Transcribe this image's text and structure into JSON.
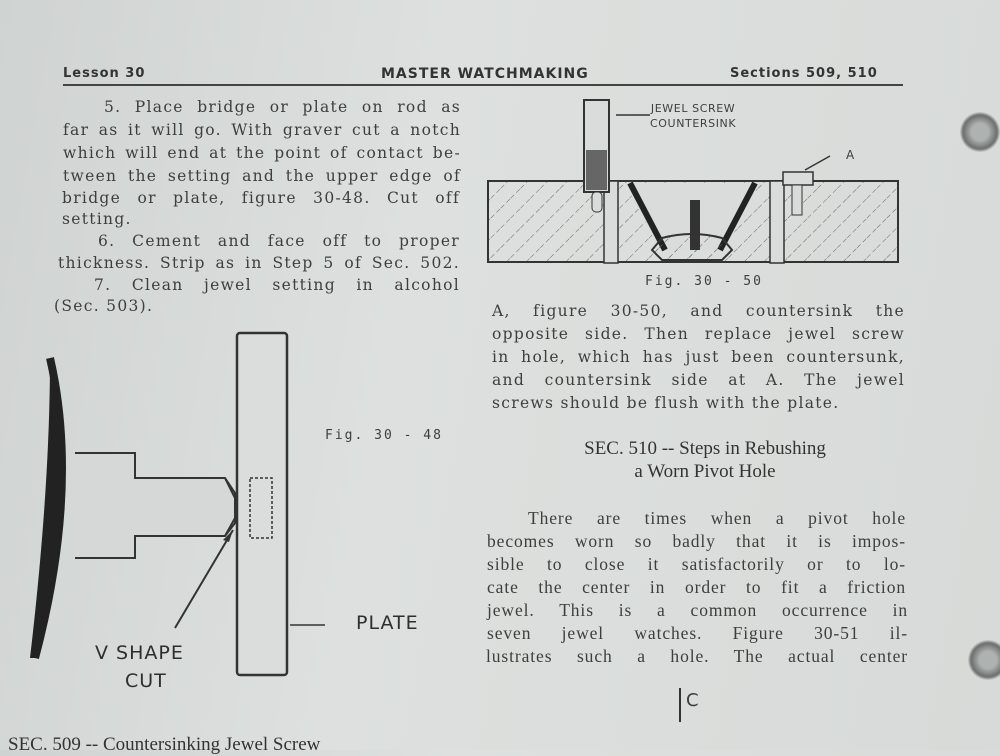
{
  "header": {
    "left": "Lesson 30",
    "center": "MASTER WATCHMAKING",
    "right": "Sections 509, 510"
  },
  "left_column": {
    "lines": [
      "5. Place bridge or plate on rod as",
      "far as it will go. With graver cut a notch",
      "which will end at the point of contact be-",
      "tween the setting and the upper edge of",
      "bridge or plate, figure 30-48. Cut off",
      "setting.",
      "6. Cement and face off to proper",
      "thickness. Strip as in Step 5 of Sec. 502.",
      "7. Clean jewel setting in alcohol",
      "(Sec. 503)."
    ]
  },
  "figure_30_50": {
    "caption": "Fig. 30 - 50",
    "label_tool": "JEWEL SCREW",
    "label_tool2": "COUNTERSINK",
    "label_a": "A"
  },
  "figure_30_48": {
    "caption": "Fig. 30 - 48",
    "label_plate": "PLATE",
    "label_v": "V SHAPE",
    "label_cut": "CUT"
  },
  "right_column": {
    "lines": [
      "A, figure 30-50, and countersink the",
      "opposite side. Then replace jewel screw",
      "in hole, which has just been countersunk,",
      "and countersink side at A. The jewel",
      "screws should be flush with the plate."
    ]
  },
  "sec510": {
    "heading1": "SEC. 510 -- Steps in Rebushing",
    "heading2": "a Worn Pivot Hole",
    "lines": [
      "There are times when a pivot hole",
      "becomes worn so badly that it is impos-",
      "sible to close it satisfactorily or to lo-",
      "cate the center in order to fit a friction",
      "jewel. This is a common occurrence in",
      "seven jewel watches. Figure 30-51 il-",
      "lustrates such a hole. The actual center"
    ]
  },
  "figure_30_51": {
    "label_c": "C"
  },
  "sec509": {
    "heading": "SEC. 509 -- Countersinking Jewel Screw"
  }
}
